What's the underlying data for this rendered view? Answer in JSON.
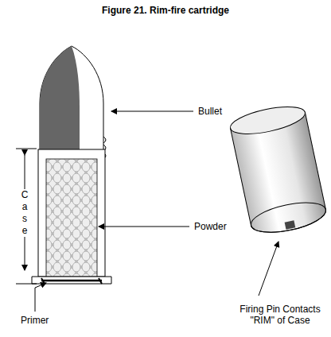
{
  "diagram": {
    "title": "Figure 21. Rim-fire cartridge",
    "labels": [
      "Bullet",
      "Case",
      "Powder",
      "Primer",
      "Firing Pin Contacts \"RIM\" of Case"
    ]
  }
}
